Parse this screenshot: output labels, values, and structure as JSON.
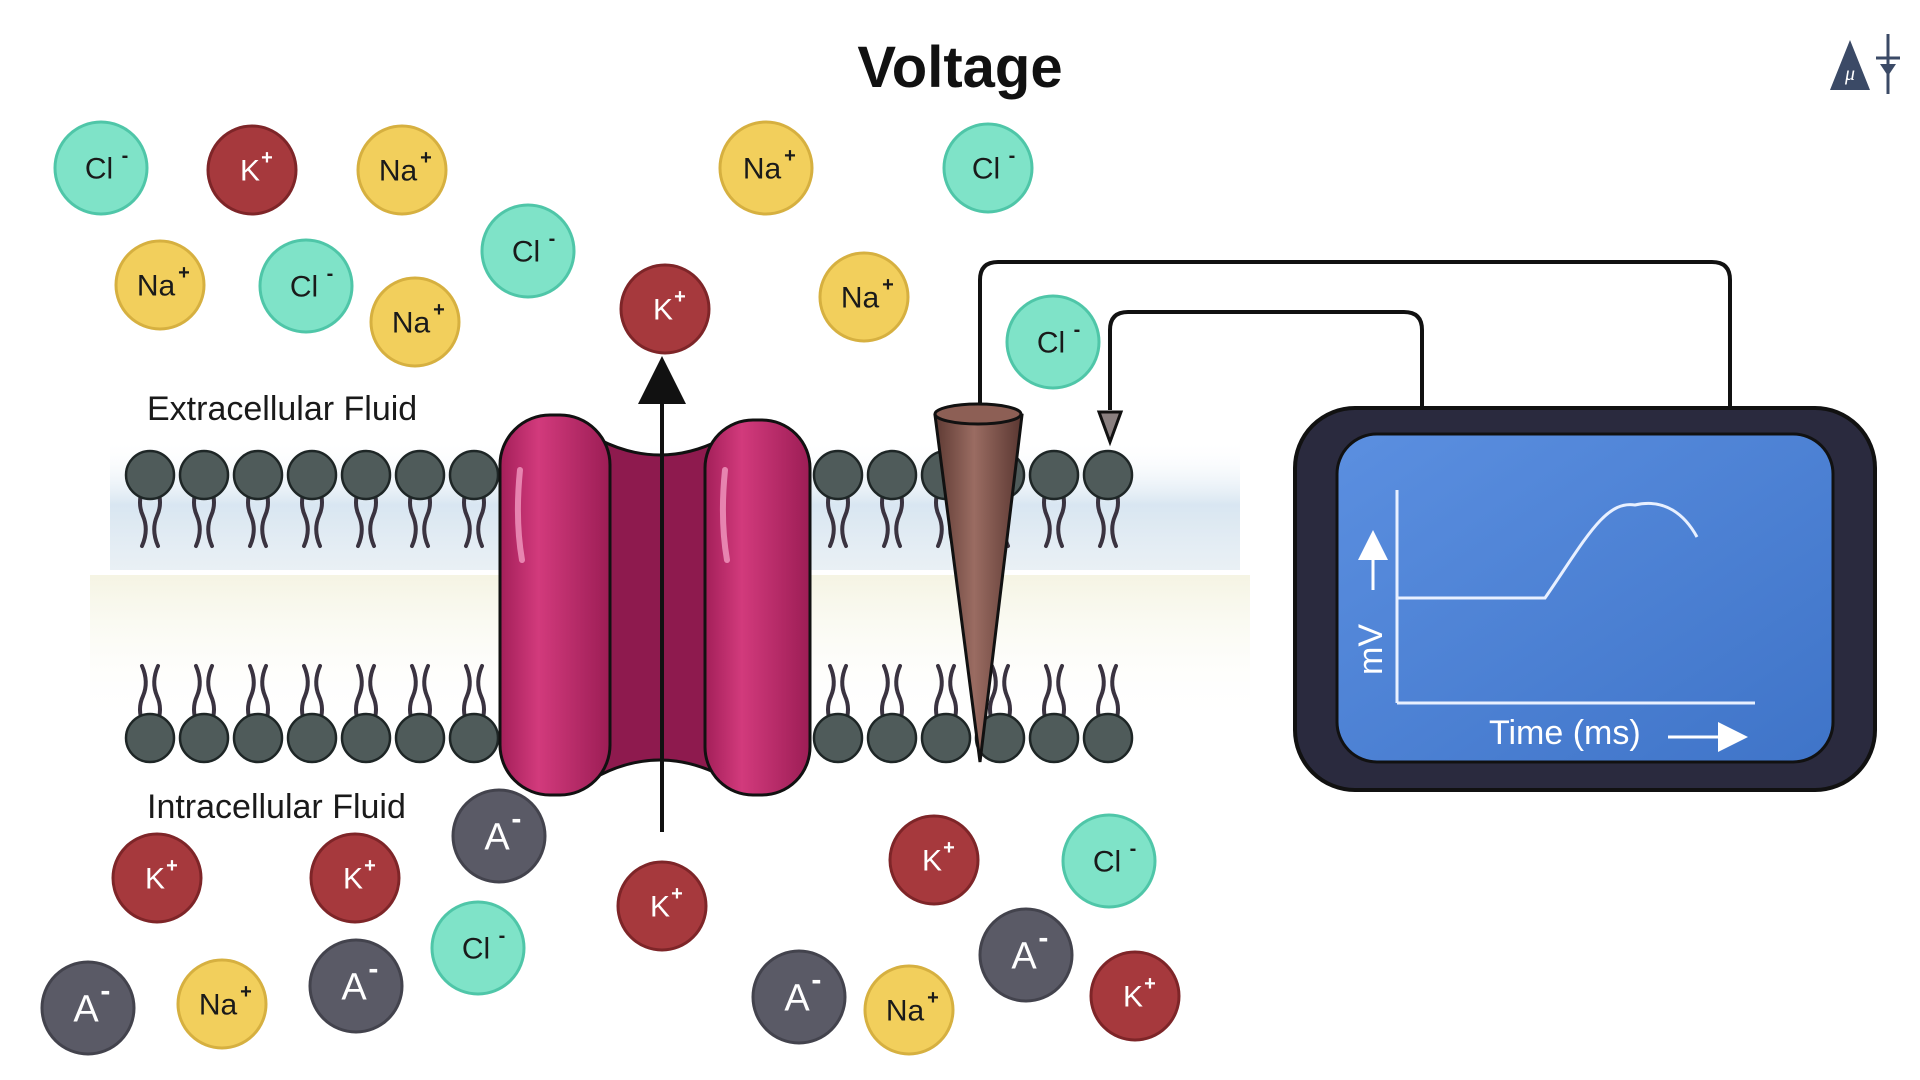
{
  "title": "Voltage",
  "labels": {
    "extracellular": "Extracellular Fluid",
    "intracellular": "Intracellular Fluid"
  },
  "monitor": {
    "x_label": "Time (ms)",
    "y_label": "mV"
  },
  "ion_types": {
    "Cl": {
      "symbol": "Cl",
      "charge": "-",
      "fill": "#7fe3c8",
      "stroke": "#4fc6a8",
      "text": "#1a1a1a"
    },
    "K": {
      "symbol": "K",
      "charge": "+",
      "fill": "#a6393d",
      "stroke": "#7e2528",
      "text": "#ffffff"
    },
    "Na": {
      "symbol": "Na",
      "charge": "+",
      "fill": "#f2cf5c",
      "stroke": "#d6b040",
      "text": "#1a1a1a"
    },
    "A": {
      "symbol": "A",
      "charge": "-",
      "fill": "#5a5a66",
      "stroke": "#43434d",
      "text": "#ffffff"
    }
  },
  "ions": [
    "Cl",
    "K",
    "Na",
    "Na",
    "Cl",
    "Na",
    "Cl",
    "K",
    "Cl",
    "Na",
    "Na",
    "Cl",
    "K",
    "K",
    "A",
    "K",
    "A",
    "Cl",
    "A",
    "Na",
    "K",
    "A",
    "Na",
    "A",
    "K",
    "Cl"
  ],
  "colors": {
    "channel": "#c02a6c",
    "channel_dark": "#8e1a4e",
    "head": "#4f5b5a",
    "tail": "#3a3340",
    "electrode": "#7a5048",
    "screen": "#4d82d6",
    "bezel": "#2a2a3e"
  },
  "icons": {
    "logo": "neuron-logo-icon"
  }
}
